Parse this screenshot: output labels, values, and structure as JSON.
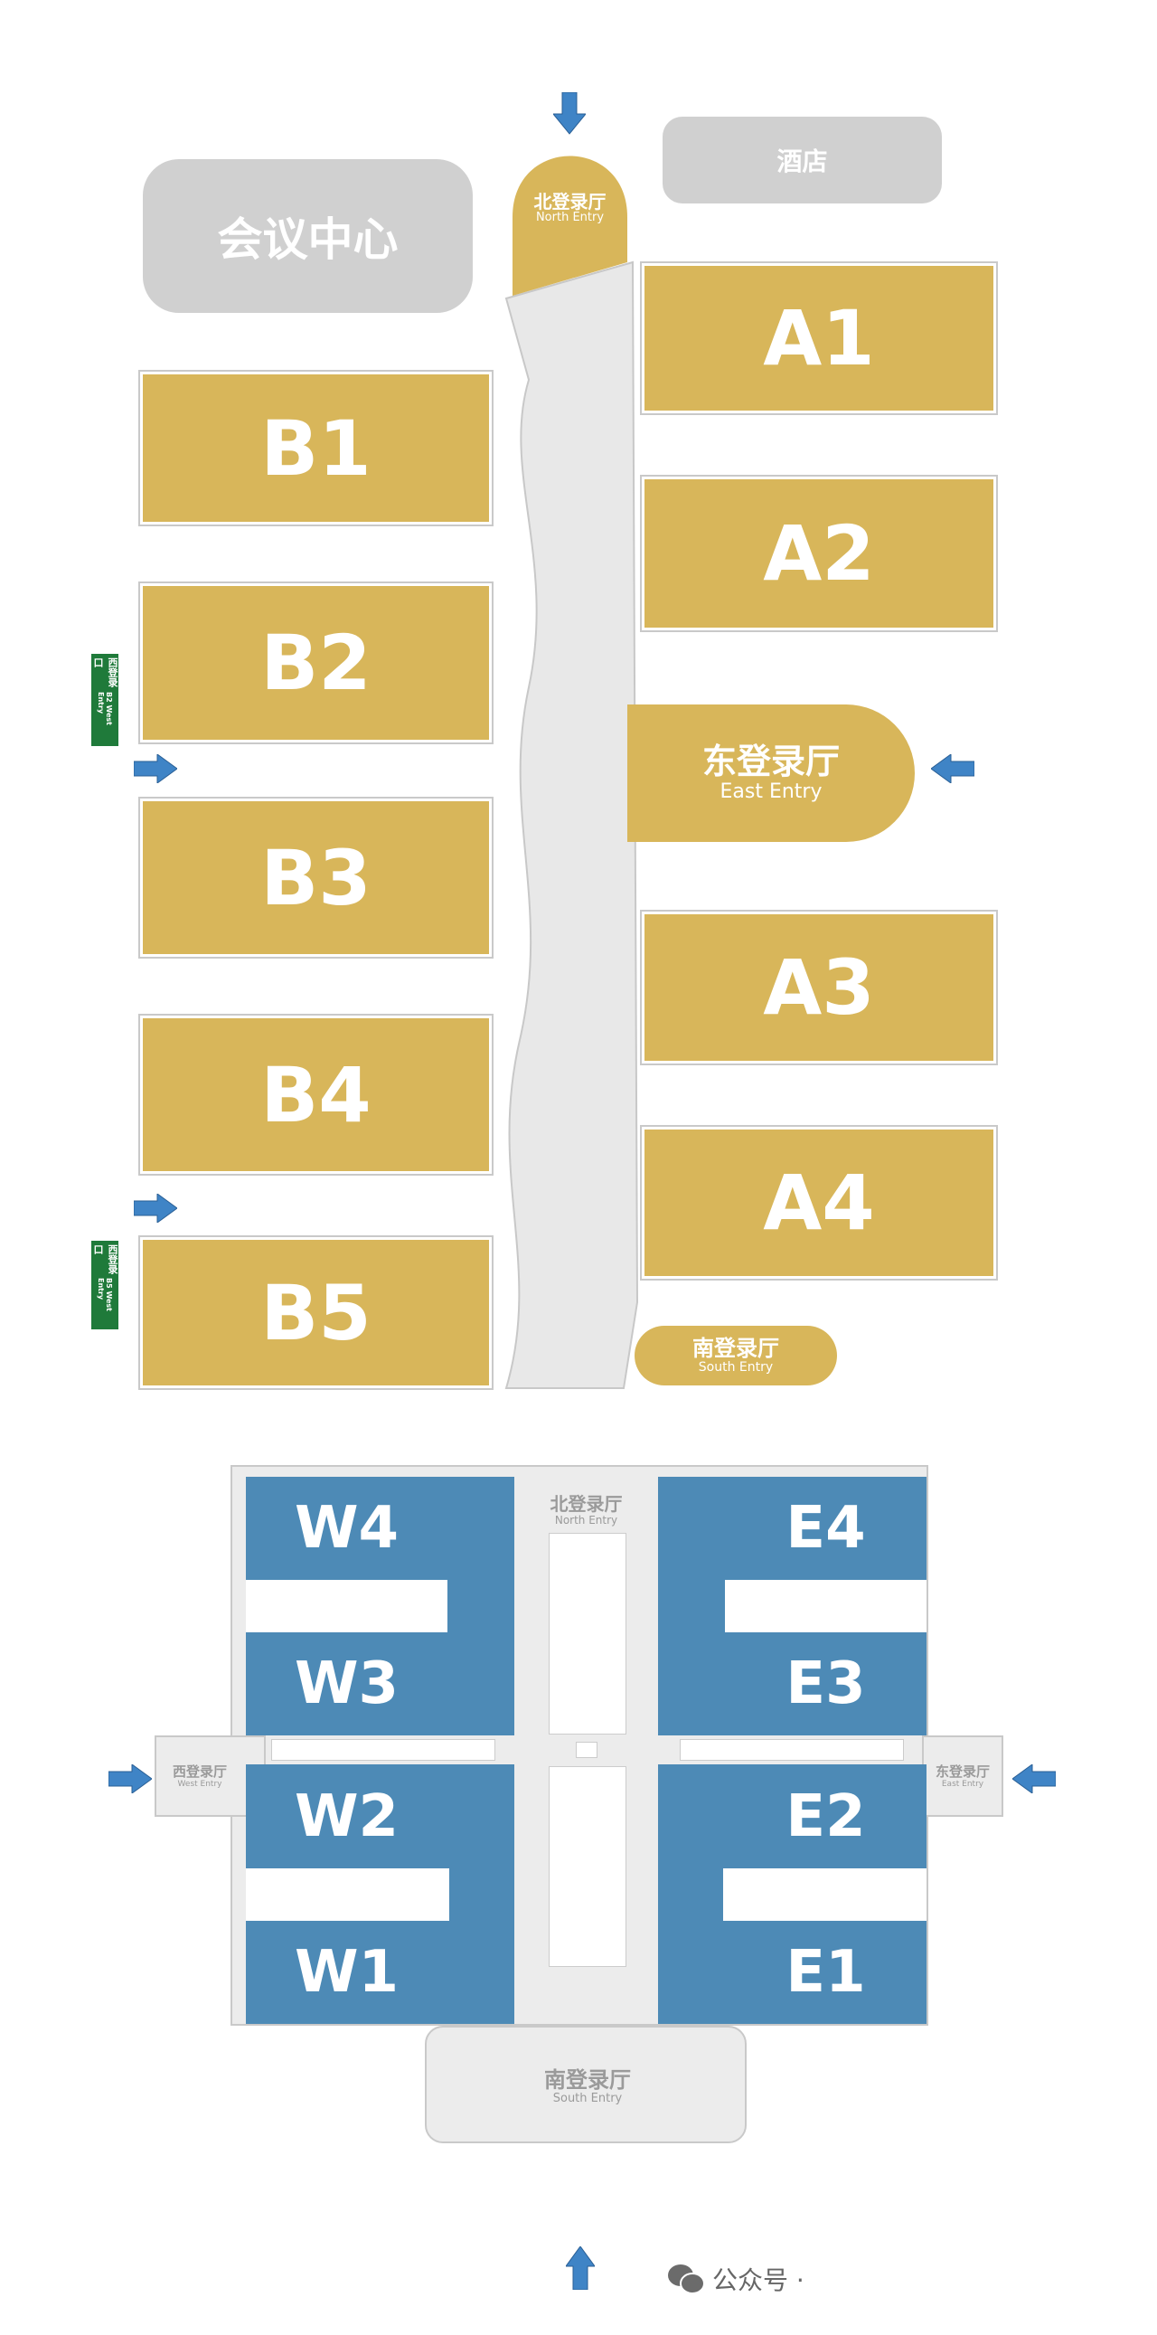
{
  "colors": {
    "hall_gold": "#D8B65A",
    "hall_blue": "#4D8AB6",
    "arrow": "#3F84C6",
    "sign_green": "#1F7A3A",
    "grey_building": "#D0D0D0"
  },
  "top_map": {
    "conference_center": "会议中心",
    "hotel": "酒店",
    "north_entry": {
      "cn": "北登录厅",
      "en": "North Entry"
    },
    "east_entry": {
      "cn": "东登录厅",
      "en": "East Entry"
    },
    "south_entry": {
      "cn": "南登录厅",
      "en": "South Entry"
    },
    "halls_a": [
      "A1",
      "A2",
      "A3",
      "A4"
    ],
    "halls_b": [
      "B1",
      "B2",
      "B3",
      "B4",
      "B5"
    ],
    "signs": [
      {
        "hall": "B2",
        "cn": "西登录口",
        "en": "B2 West Entry"
      },
      {
        "hall": "B5",
        "cn": "西登录口",
        "en": "B5 West Entry"
      }
    ]
  },
  "bottom_map": {
    "north_entry": {
      "cn": "北登录厅",
      "en": "North Entry"
    },
    "south_entry": {
      "cn": "南登录厅",
      "en": "South Entry"
    },
    "west_entry": {
      "cn": "西登录厅",
      "en": "West Entry"
    },
    "east_entry": {
      "cn": "东登录厅",
      "en": "East Entry"
    },
    "halls_w": [
      "W4",
      "W3",
      "W2",
      "W1"
    ],
    "halls_e": [
      "E4",
      "E3",
      "E2",
      "E1"
    ]
  },
  "watermark": {
    "icon": "wechat-icon",
    "label": "公众号 ·"
  }
}
